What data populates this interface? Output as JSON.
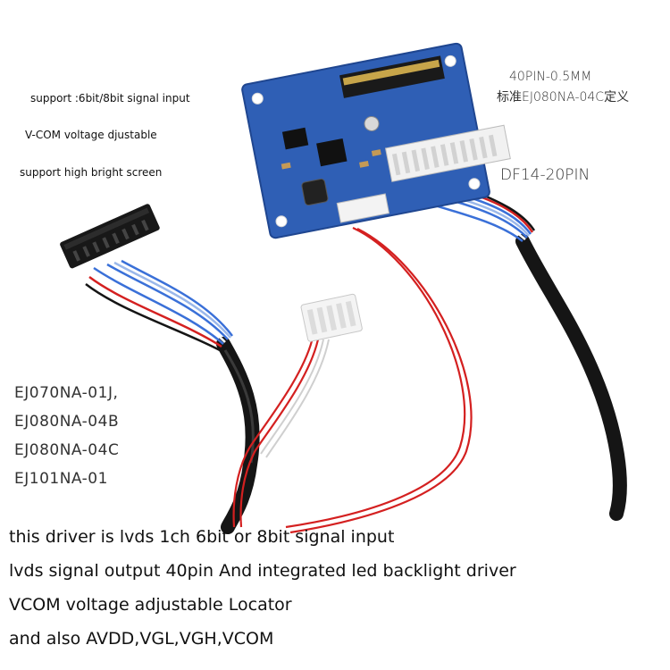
{
  "features": [
    "support :6bit/8bit signal input",
    "V-COM voltage djustable",
    "support high bright screen"
  ],
  "labels": {
    "fpc_spec": "40PIN-0.5MM",
    "fpc_standard": "标准EJ080NA-04C定义",
    "df14": "DF14-20PIN"
  },
  "models": [
    "EJ070NA-01J,",
    "EJ080NA-04B",
    "EJ080NA-04C",
    "EJ101NA-01"
  ],
  "descriptions": [
    "this driver is lvds 1ch 6bit or 8bit signal input",
    "lvds signal output 40pin And integrated led backlight driver",
    "VCOM voltage adjustable Locator",
    "and also AVDD,VGL,VGH,VCOM"
  ],
  "colors": {
    "pcb": "#2f5fb5",
    "cable_black": "#151515",
    "wire_red": "#d42020",
    "wire_blue": "#3a70d8"
  },
  "icons": [
    "pcb-board",
    "ffc-connector",
    "df14-connector",
    "lvds-cable",
    "backlight-connector"
  ]
}
